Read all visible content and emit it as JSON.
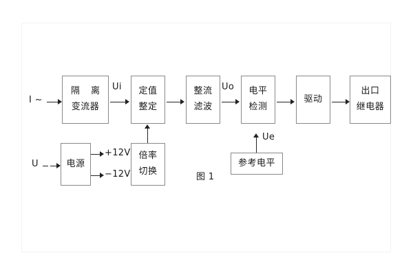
{
  "figure": {
    "caption": "图 1",
    "blocks": [
      {
        "id": "isolation-ct",
        "lines": [
          "隔 离",
          "变流器"
        ]
      },
      {
        "id": "setting-value",
        "lines": [
          "定值",
          "整定"
        ]
      },
      {
        "id": "rectify-filter",
        "lines": [
          "整流",
          "滤波"
        ]
      },
      {
        "id": "level-detect",
        "lines": [
          "电平",
          "检测"
        ]
      },
      {
        "id": "drive",
        "lines": [
          "驱动"
        ]
      },
      {
        "id": "output-relay",
        "lines": [
          "出口",
          "继电器"
        ]
      },
      {
        "id": "power-supply",
        "lines": [
          "电源"
        ]
      },
      {
        "id": "ratio-switch",
        "lines": [
          "倍率",
          "切换"
        ]
      },
      {
        "id": "reference-level",
        "lines": [
          "参考电平"
        ]
      }
    ],
    "labels": {
      "input_current": "I ~",
      "input_voltage": "U",
      "signal_ui": "Ui",
      "signal_uo": "Uo",
      "signal_ue": "Ue",
      "supply_positive": "+12V",
      "supply_negative": "−12V"
    },
    "colors": {
      "background": "#ffffff",
      "block_border": "#888888",
      "line": "#222222",
      "text": "#1a1a1a",
      "frame": "#f2f2f2"
    }
  }
}
